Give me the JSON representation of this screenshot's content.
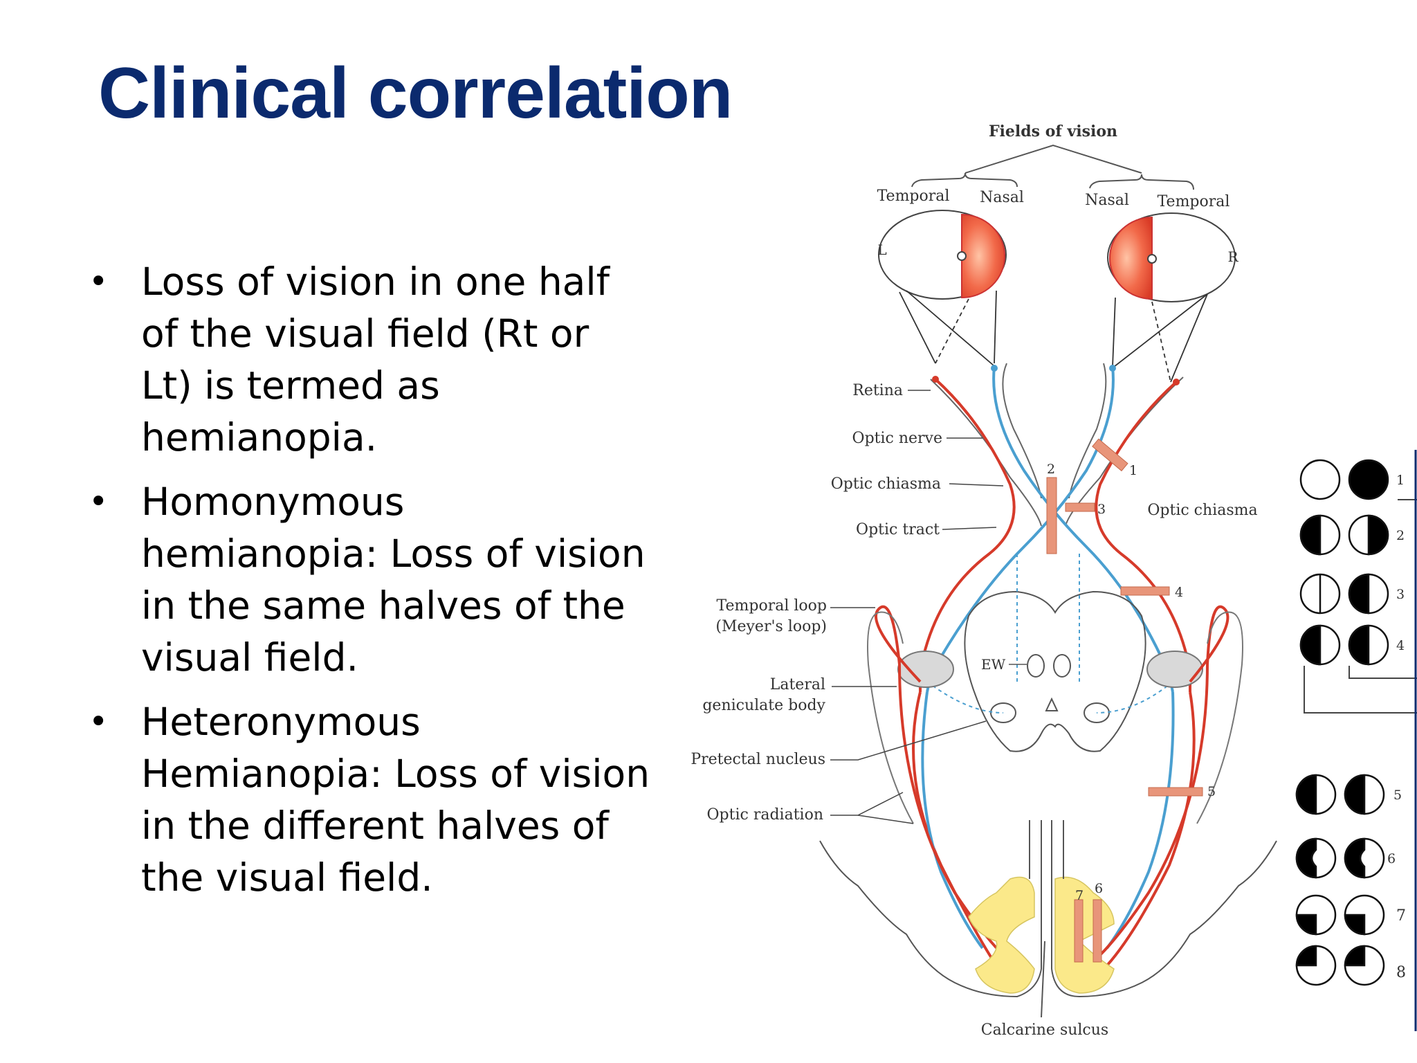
{
  "slide": {
    "title": "Clinical correlation",
    "bullets": [
      "Loss of vision in one half of the visual field (Rt or Lt) is termed as hemianopia.",
      "Homonymous hemianopia: Loss of vision in the same halves of the visual field.",
      "Heteronymous Hemianopia: Loss of vision in the different halves of the visual field."
    ]
  },
  "diagram": {
    "heading": "Fields of vision",
    "left_eye": {
      "temporal": "Temporal",
      "nasal": "Nasal",
      "side": "L"
    },
    "right_eye": {
      "nasal": "Nasal",
      "temporal": "Temporal",
      "side": "R"
    },
    "labels": {
      "retina": "Retina",
      "optic_nerve": "Optic nerve",
      "optic_chiasma_left": "Optic chiasma",
      "optic_tract": "Optic tract",
      "optic_chiasma_right": "Optic chiasma",
      "temporal_loop_1": "Temporal loop",
      "temporal_loop_2": "(Meyer's loop)",
      "lgb_1": "Lateral",
      "lgb_2": "geniculate body",
      "pretectal": "Pretectal nucleus",
      "optic_radiation": "Optic radiation",
      "calcarine": "Calcarine sulcus",
      "ew": "EW"
    },
    "lesion_numbers": [
      "1",
      "2",
      "3",
      "4",
      "5",
      "6",
      "7"
    ],
    "defect_numbers": [
      "1",
      "2",
      "3",
      "4",
      "5",
      "6",
      "7",
      "8"
    ],
    "colors": {
      "temporal_fibers": "#d63a2a",
      "nasal_fibers": "#4a9fd0",
      "lesion": "#e8957a",
      "cortex": "#fbe98a",
      "title": "#0b2a6e"
    }
  }
}
